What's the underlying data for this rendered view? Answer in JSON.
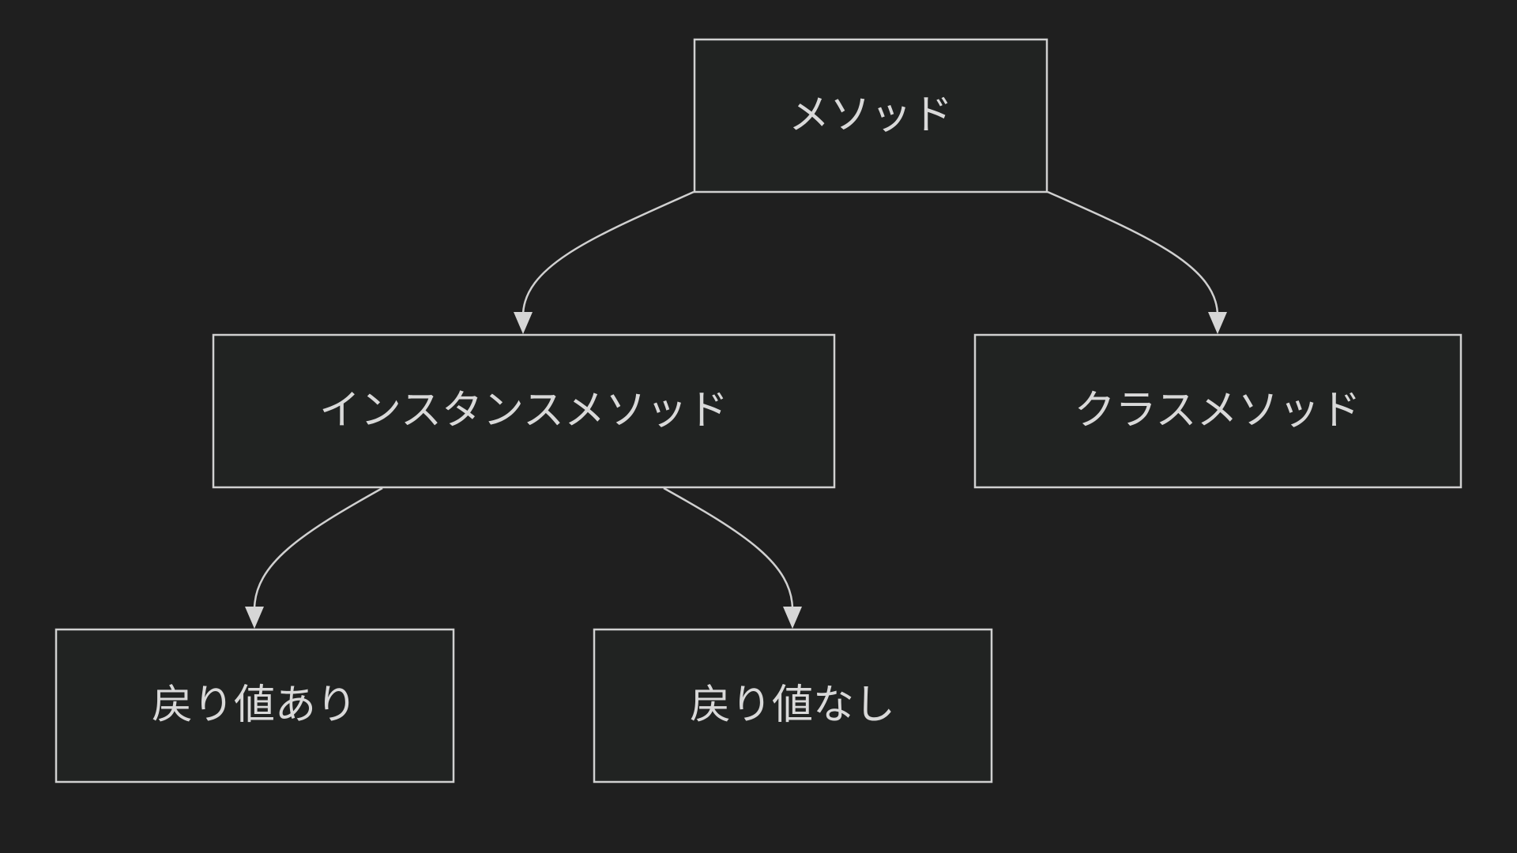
{
  "diagram": {
    "type": "flowchart",
    "direction": "top-down",
    "background": "#1f1f1f",
    "node_fill": "#212322",
    "line_color": "#d0d0d0",
    "text_color": "#d9d9d9",
    "nodes": [
      {
        "id": "method",
        "label": "メソッド"
      },
      {
        "id": "instance_method",
        "label": "インスタンスメソッド"
      },
      {
        "id": "class_method",
        "label": "クラスメソッド"
      },
      {
        "id": "with_return",
        "label": "戻り値あり"
      },
      {
        "id": "without_return",
        "label": "戻り値なし"
      }
    ],
    "edges": [
      {
        "from": "method",
        "to": "instance_method"
      },
      {
        "from": "method",
        "to": "class_method"
      },
      {
        "from": "instance_method",
        "to": "with_return"
      },
      {
        "from": "instance_method",
        "to": "without_return"
      }
    ]
  }
}
